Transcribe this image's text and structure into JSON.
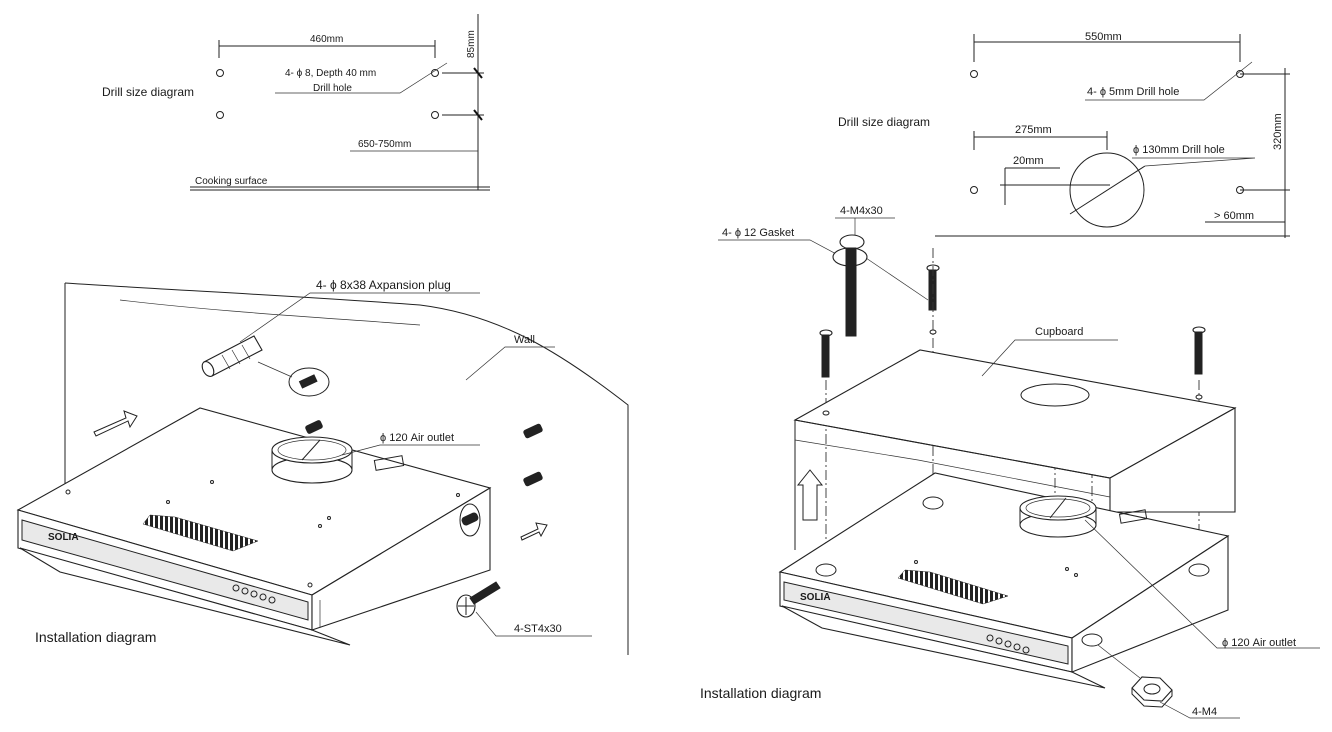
{
  "left": {
    "drill_title": "Drill size diagram",
    "dim_width": "460mm",
    "dim_height": "85mm",
    "hole_spec": "4- ϕ 8, Depth 40 mm",
    "hole_label": "Drill hole",
    "dim_mount": "650-750mm",
    "surface_label": "Cooking surface",
    "plug_label": "4- ϕ 8x38 Axpansion plug",
    "wall_label": "Wall",
    "outlet_label": "ϕ 120 Air outlet",
    "screw_label": "4-ST4x30",
    "brand": "SOLIA",
    "install_title": "Installation diagram"
  },
  "right": {
    "dim_width": "550mm",
    "hole_label": "4- ϕ 5mm Drill hole",
    "drill_title": "Drill size diagram",
    "dim_center": "275mm",
    "big_hole_label": "ϕ 130mm Drill hole",
    "dim_offset": "20mm",
    "dim_height": "320mm",
    "dim_min": "> 60mm",
    "bolt_label": "4-M4x30",
    "gasket_label": "4- ϕ 12 Gasket",
    "cupboard_label": "Cupboard",
    "outlet_label": "ϕ 120 Air outlet",
    "nut_label": "4-M4",
    "brand": "SOLIA",
    "install_title": "Installation diagram"
  }
}
